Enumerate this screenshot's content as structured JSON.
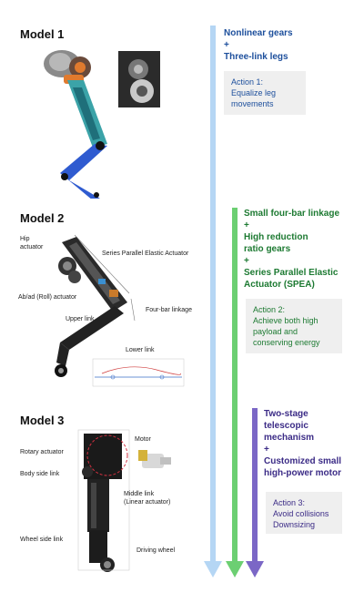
{
  "colors": {
    "arrow1": "#b5d6f4",
    "arrow2": "#6ccf72",
    "arrow3": "#7b67c6",
    "text1": "#1d4f9c",
    "text2": "#1d7a32",
    "text3": "#3b2b86",
    "action_bg": "#efefef"
  },
  "models": [
    {
      "title": "Model 1",
      "features": [
        "Nonlinear gears",
        "+",
        "Three-link legs"
      ],
      "action": [
        "Action 1:",
        "Equalize leg",
        "movements"
      ],
      "labels": []
    },
    {
      "title": "Model 2",
      "features": [
        "Small four-bar linkage",
        "+",
        "High reduction",
        "ratio gears",
        "+",
        "Series Parallel Elastic",
        "Actuator (SPEA)"
      ],
      "action": [
        "Action 2:",
        "Achieve both high",
        "payload and",
        "conserving energy"
      ],
      "labels": [
        "Hip",
        "actuator",
        "Series Parallel Elastic Actuator",
        "Ab/ad (Roll) actuator",
        "Four-bar linkage",
        "Upper link",
        "Lower link"
      ]
    },
    {
      "title": "Model 3",
      "features": [
        "Two-stage",
        "telescopic",
        "mechanism",
        "+",
        "Customized small",
        "high-power motor"
      ],
      "action": [
        "Action 3:",
        "Avoid collisions",
        "Downsizing"
      ],
      "labels": [
        "Rotary actuator",
        "Motor",
        "Body side link",
        "Middle link",
        "(Linear actuator)",
        "Wheel side link",
        "Driving wheel"
      ]
    }
  ]
}
